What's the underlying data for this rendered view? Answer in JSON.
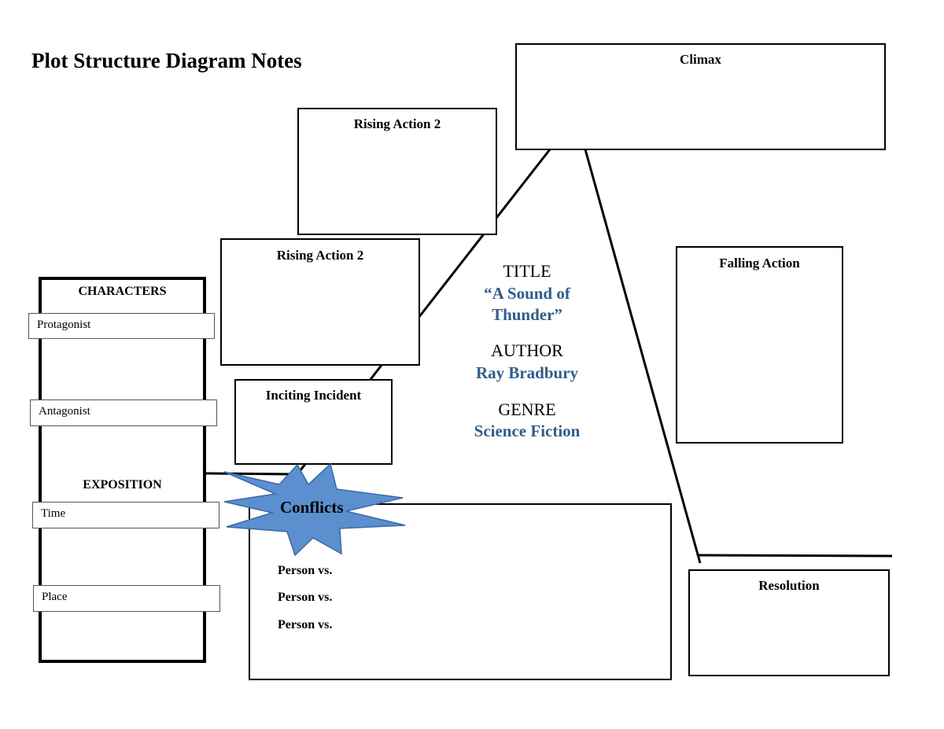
{
  "page_title": "Plot Structure Diagram Notes",
  "boxes": {
    "climax": "Climax",
    "rising_action_upper": "Rising Action 2",
    "rising_action_lower": "Rising Action 2",
    "inciting_incident": "Inciting Incident",
    "falling_action": "Falling Action",
    "resolution": "Resolution"
  },
  "characters_panel": {
    "heading": "CHARACTERS",
    "protagonist": "Protagonist",
    "antagonist": "Antagonist",
    "exposition_heading": "EXPOSITION",
    "time": "Time",
    "place": "Place"
  },
  "story_info": {
    "title_label": "TITLE",
    "title_line1": "“A Sound of",
    "title_line2": "Thunder”",
    "author_label": "AUTHOR",
    "author": "Ray Bradbury",
    "genre_label": "GENRE",
    "genre": "Science Fiction"
  },
  "conflicts": {
    "label": "Conflicts",
    "lines": [
      "Person vs.",
      "Person vs.",
      "Person vs."
    ],
    "star_color": "#5b8fcf",
    "star_outline": "#3a6aa6"
  },
  "colors": {
    "accent_text": "#2f5d8a"
  }
}
